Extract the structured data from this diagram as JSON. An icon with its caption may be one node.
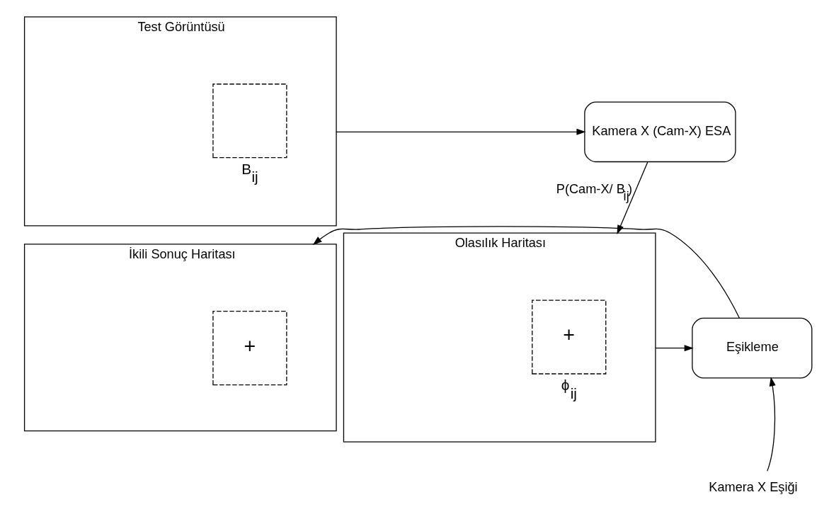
{
  "diagram": {
    "nodes": [
      {
        "text": [
          "Test Görüntüsü"
        ]
      },
      {
        "text": [],
        "shape": "box",
        "in": 0,
        "beside": [
          "B$_{ij}$"
        ]
      },
      {
        "text": [
          "Kamera X (Cam-X) ESA"
        ]
      },
      {
        "text": [
          "Olasılık Haritası"
        ]
      },
      {
        "text": [
          "+"
        ],
        "in": 3,
        "beside": [
          "ϕ$_{ij}$"
        ]
      },
      {
        "text": [
          "Eşikleme"
        ]
      },
      {
        "text": [
          "Kamera X Eşiği"
        ]
      },
      {
        "text": [
          "İkili Sonuç Haritası"
        ]
      },
      {
        "text": [
          "+"
        ],
        "in": 7
      }
    ],
    "edges": [
      {
        "from": 0,
        "to": 2,
        "arrow": "to"
      },
      {
        "from": 2,
        "to": 3,
        "arrow": "to",
        "label": "P(Cam-X/ B$_{ij}$)"
      },
      {
        "from": 3,
        "to": 5,
        "arrow": "to"
      },
      {
        "from": 5,
        "to": 7,
        "arrow": "to"
      },
      {
        "from": 6,
        "to": 5,
        "arrow": "to"
      }
    ]
  }
}
